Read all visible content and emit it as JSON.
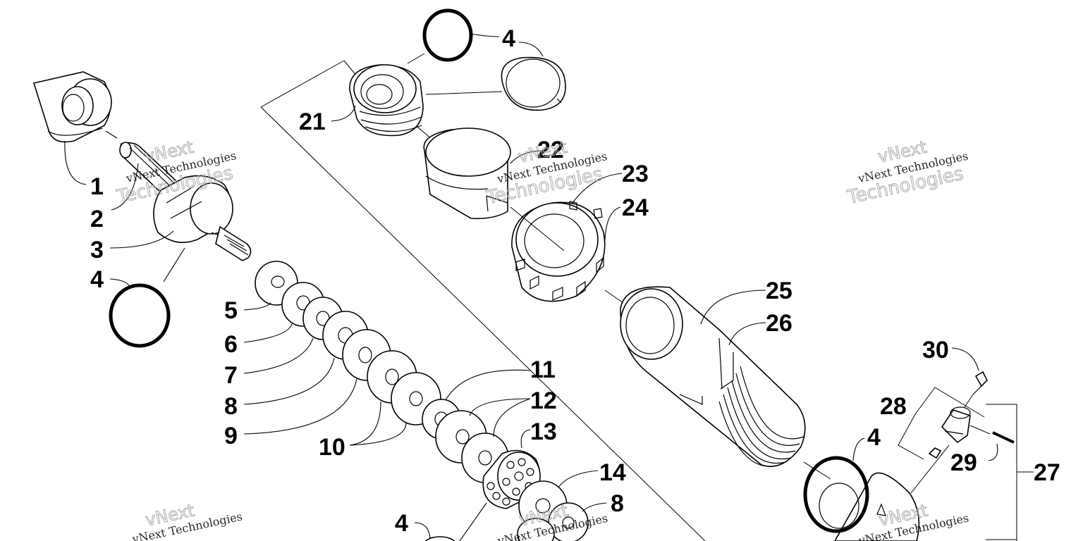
{
  "diagram": {
    "callouts": [
      "1",
      "2",
      "3",
      "4",
      "5",
      "6",
      "7",
      "8",
      "9",
      "10",
      "11",
      "12",
      "13",
      "14",
      "21",
      "22",
      "23",
      "24",
      "25",
      "26",
      "27",
      "28",
      "29",
      "30"
    ]
  },
  "watermark": {
    "line0": "vNext",
    "line1": "vNext Technologies",
    "line2": "Technologies"
  }
}
